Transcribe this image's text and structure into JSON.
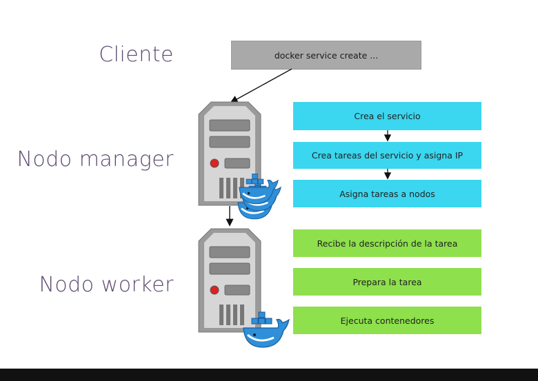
{
  "roles": {
    "client": "Cliente",
    "manager": "Nodo manager",
    "worker": "Nodo worker"
  },
  "command": "docker service create ...",
  "manager_steps": [
    "Crea el servicio",
    "Crea tareas del servicio y asigna IP",
    "Asigna tareas a nodos"
  ],
  "worker_steps": [
    "Recibe la descripción de la tarea",
    "Prepara la tarea",
    "Ejecuta contenedores"
  ],
  "colors": {
    "manager_step": "#3bd6ef",
    "worker_step": "#8ee04c",
    "command_box": "#a9a9a9",
    "label_text": "#5a4a6e"
  },
  "icons": [
    "server-icon",
    "docker-swarm-icon",
    "docker-whale-icon"
  ]
}
